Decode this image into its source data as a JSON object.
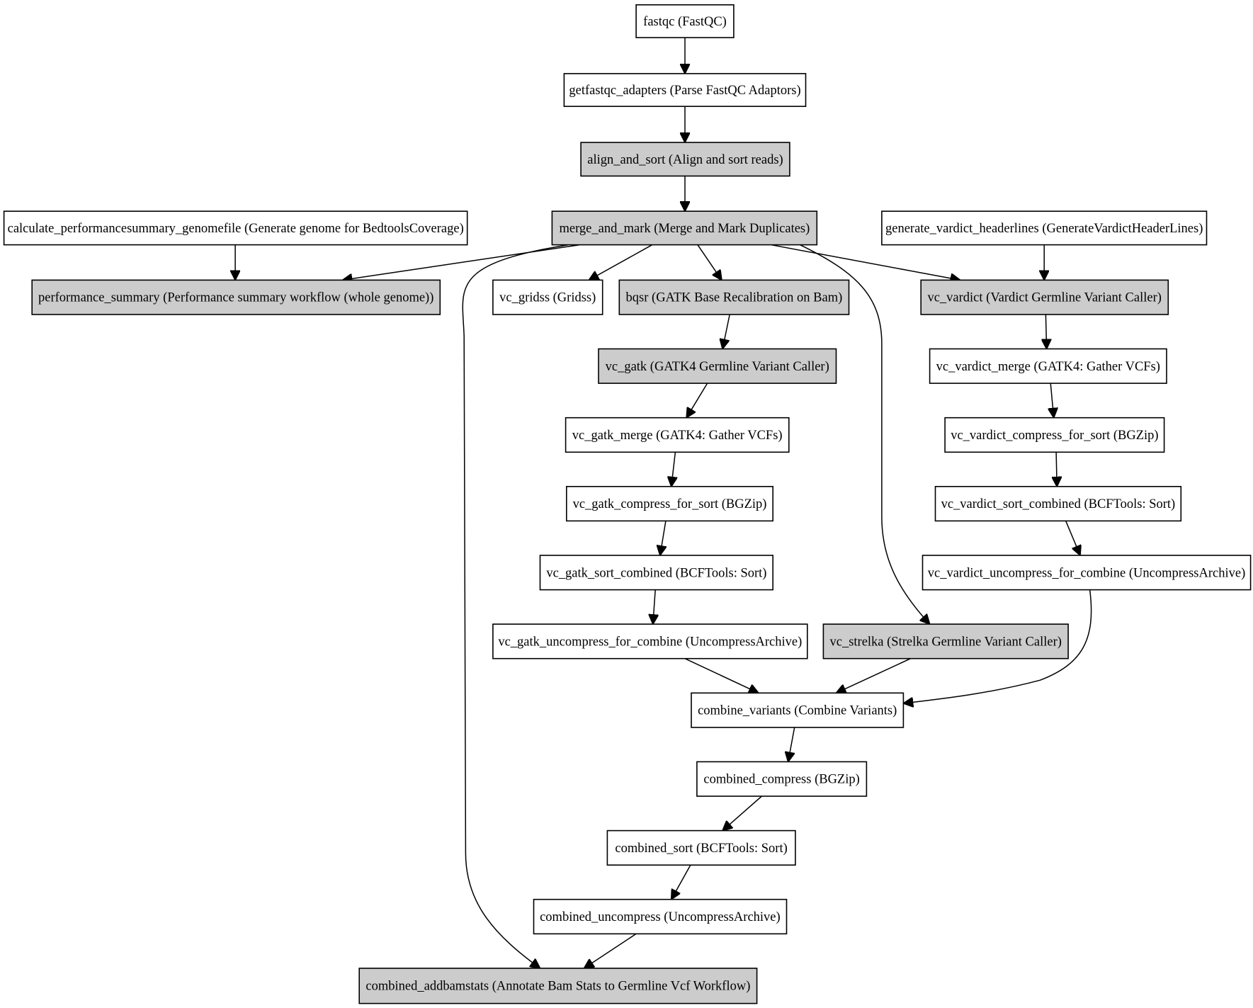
{
  "style": {
    "subworkflow_fill": "#cccccc",
    "tool_fill": "#ffffff",
    "border_color": "#000000"
  },
  "nodes": [
    {
      "id": "fastqc",
      "label": "fastqc (FastQC)",
      "kind": "tool"
    },
    {
      "id": "getfastqc_adapters",
      "label": "getfastqc_adapters (Parse FastQC Adaptors)",
      "kind": "tool"
    },
    {
      "id": "align_and_sort",
      "label": "align_and_sort (Align and sort reads)",
      "kind": "subworkflow"
    },
    {
      "id": "merge_and_mark",
      "label": "merge_and_mark (Merge and Mark Duplicates)",
      "kind": "subworkflow"
    },
    {
      "id": "calculate_performancesummary_genomefile",
      "label": "calculate_performancesummary_genomefile (Generate genome for BedtoolsCoverage)",
      "kind": "tool"
    },
    {
      "id": "generate_vardict_headerlines",
      "label": "generate_vardict_headerlines (GenerateVardictHeaderLines)",
      "kind": "tool"
    },
    {
      "id": "performance_summary",
      "label": "performance_summary (Performance summary workflow (whole genome))",
      "kind": "subworkflow"
    },
    {
      "id": "vc_gridss",
      "label": "vc_gridss (Gridss)",
      "kind": "tool"
    },
    {
      "id": "bqsr",
      "label": "bqsr (GATK Base Recalibration on Bam)",
      "kind": "subworkflow"
    },
    {
      "id": "vc_vardict",
      "label": "vc_vardict (Vardict Germline Variant Caller)",
      "kind": "subworkflow"
    },
    {
      "id": "vc_gatk",
      "label": "vc_gatk (GATK4 Germline Variant Caller)",
      "kind": "subworkflow"
    },
    {
      "id": "vc_vardict_merge",
      "label": "vc_vardict_merge (GATK4: Gather VCFs)",
      "kind": "tool"
    },
    {
      "id": "vc_gatk_merge",
      "label": "vc_gatk_merge (GATK4: Gather VCFs)",
      "kind": "tool"
    },
    {
      "id": "vc_vardict_compress_for_sort",
      "label": "vc_vardict_compress_for_sort (BGZip)",
      "kind": "tool"
    },
    {
      "id": "vc_gatk_compress_for_sort",
      "label": "vc_gatk_compress_for_sort (BGZip)",
      "kind": "tool"
    },
    {
      "id": "vc_vardict_sort_combined",
      "label": "vc_vardict_sort_combined (BCFTools: Sort)",
      "kind": "tool"
    },
    {
      "id": "vc_gatk_sort_combined",
      "label": "vc_gatk_sort_combined (BCFTools: Sort)",
      "kind": "tool"
    },
    {
      "id": "vc_vardict_uncompress_for_combine",
      "label": "vc_vardict_uncompress_for_combine (UncompressArchive)",
      "kind": "tool"
    },
    {
      "id": "vc_gatk_uncompress_for_combine",
      "label": "vc_gatk_uncompress_for_combine (UncompressArchive)",
      "kind": "tool"
    },
    {
      "id": "vc_strelka",
      "label": "vc_strelka (Strelka Germline Variant Caller)",
      "kind": "subworkflow"
    },
    {
      "id": "combine_variants",
      "label": "combine_variants (Combine Variants)",
      "kind": "tool"
    },
    {
      "id": "combined_compress",
      "label": "combined_compress (BGZip)",
      "kind": "tool"
    },
    {
      "id": "combined_sort",
      "label": "combined_sort (BCFTools: Sort)",
      "kind": "tool"
    },
    {
      "id": "combined_uncompress",
      "label": "combined_uncompress (UncompressArchive)",
      "kind": "tool"
    },
    {
      "id": "combined_addbamstats",
      "label": "combined_addbamstats (Annotate Bam Stats to Germline Vcf Workflow)",
      "kind": "subworkflow"
    }
  ],
  "edges": [
    {
      "from": "fastqc",
      "to": "getfastqc_adapters"
    },
    {
      "from": "getfastqc_adapters",
      "to": "align_and_sort"
    },
    {
      "from": "align_and_sort",
      "to": "merge_and_mark"
    },
    {
      "from": "calculate_performancesummary_genomefile",
      "to": "performance_summary"
    },
    {
      "from": "merge_and_mark",
      "to": "performance_summary"
    },
    {
      "from": "merge_and_mark",
      "to": "combined_addbamstats"
    },
    {
      "from": "merge_and_mark",
      "to": "vc_gridss"
    },
    {
      "from": "merge_and_mark",
      "to": "bqsr"
    },
    {
      "from": "merge_and_mark",
      "to": "vc_vardict"
    },
    {
      "from": "merge_and_mark",
      "to": "vc_strelka"
    },
    {
      "from": "generate_vardict_headerlines",
      "to": "vc_vardict"
    },
    {
      "from": "bqsr",
      "to": "vc_gatk"
    },
    {
      "from": "vc_gatk",
      "to": "vc_gatk_merge"
    },
    {
      "from": "vc_gatk_merge",
      "to": "vc_gatk_compress_for_sort"
    },
    {
      "from": "vc_gatk_compress_for_sort",
      "to": "vc_gatk_sort_combined"
    },
    {
      "from": "vc_gatk_sort_combined",
      "to": "vc_gatk_uncompress_for_combine"
    },
    {
      "from": "vc_vardict",
      "to": "vc_vardict_merge"
    },
    {
      "from": "vc_vardict_merge",
      "to": "vc_vardict_compress_for_sort"
    },
    {
      "from": "vc_vardict_compress_for_sort",
      "to": "vc_vardict_sort_combined"
    },
    {
      "from": "vc_vardict_sort_combined",
      "to": "vc_vardict_uncompress_for_combine"
    },
    {
      "from": "vc_gatk_uncompress_for_combine",
      "to": "combine_variants"
    },
    {
      "from": "vc_strelka",
      "to": "combine_variants"
    },
    {
      "from": "vc_vardict_uncompress_for_combine",
      "to": "combine_variants"
    },
    {
      "from": "combine_variants",
      "to": "combined_compress"
    },
    {
      "from": "combined_compress",
      "to": "combined_sort"
    },
    {
      "from": "combined_sort",
      "to": "combined_uncompress"
    },
    {
      "from": "combined_uncompress",
      "to": "combined_addbamstats"
    }
  ]
}
